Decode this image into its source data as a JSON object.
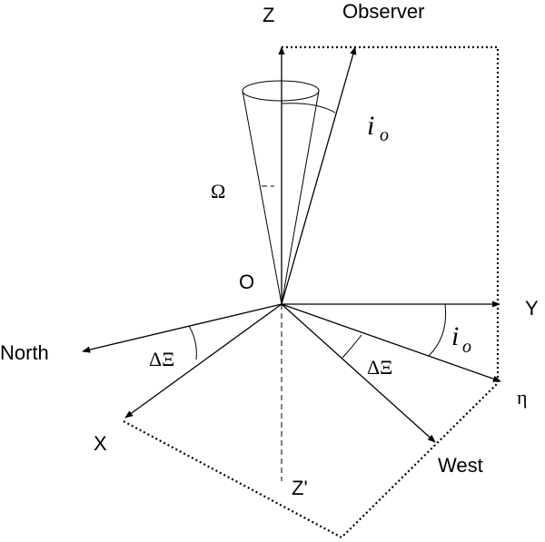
{
  "labels": {
    "z": "Z",
    "observer": "Observer",
    "io_top": "i",
    "io_top_sub": "o",
    "omega": "Ω",
    "origin": "O",
    "y": "Y",
    "io_right": "i",
    "io_right_sub": "o",
    "north": "North",
    "delta_xi_left": "ΔΞ",
    "delta_xi_right": "ΔΞ",
    "eta": "η",
    "x": "X",
    "west": "West",
    "z_prime": "Z'"
  }
}
